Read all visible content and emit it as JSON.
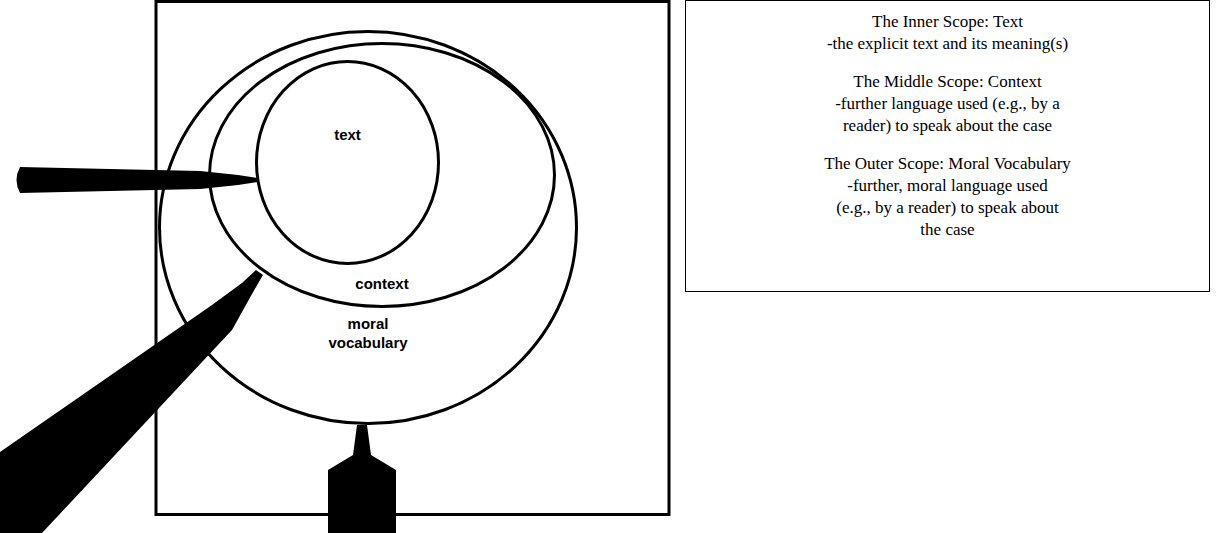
{
  "diagram": {
    "nodes": [
      {
        "text": [
          "moral vocabulary"
        ]
      },
      {
        "text": [
          "context"
        ],
        "in": 0
      },
      {
        "text": [
          "text"
        ],
        "in": 1
      },
      {
        "text": [
          "The Inner Scope: Text",
          "-the explicit text and its meaning(s)",
          "The Middle Scope: Context",
          "-further language used (e.g., by a reader) to speak about the case",
          "The Outer Scope: Moral Vocabulary",
          "-further, moral language used (e.g., by a reader) to speak about the case"
        ]
      }
    ]
  }
}
